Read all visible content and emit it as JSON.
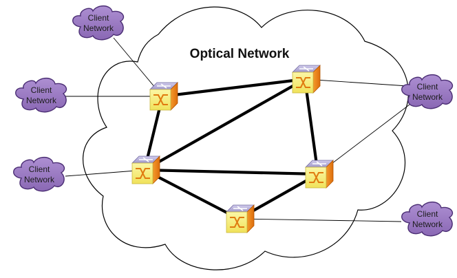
{
  "title": "Optical Network",
  "client_label": {
    "line1": "Client",
    "line2": "Network"
  },
  "colors": {
    "cloud_fill": "#ffffff",
    "cloud_stroke": "#000000",
    "client_fill": "#9b7ac2",
    "client_stroke": "#4a2d73",
    "fiber_link": "#000000",
    "access_link": "#000000",
    "router_front": "#f6f28c",
    "router_top": "#b7b0dd",
    "router_side": "#f08a1c"
  },
  "nodes": [
    "node-a",
    "node-b",
    "node-c",
    "node-d",
    "node-e"
  ],
  "fiber_links": [
    [
      "node-a",
      "node-b"
    ],
    [
      "node-a",
      "node-c"
    ],
    [
      "node-b",
      "node-c"
    ],
    [
      "node-b",
      "node-d"
    ],
    [
      "node-c",
      "node-d"
    ],
    [
      "node-c",
      "node-e"
    ],
    [
      "node-d",
      "node-e"
    ]
  ],
  "clients": [
    {
      "id": "client-1",
      "attached_to": "node-a"
    },
    {
      "id": "client-2",
      "attached_to": "node-a"
    },
    {
      "id": "client-3",
      "attached_to": "node-c"
    },
    {
      "id": "client-4",
      "attached_to": "node-b"
    },
    {
      "id": "client-5",
      "attached_to": "node-d"
    },
    {
      "id": "client-6",
      "attached_to": "node-e"
    }
  ]
}
